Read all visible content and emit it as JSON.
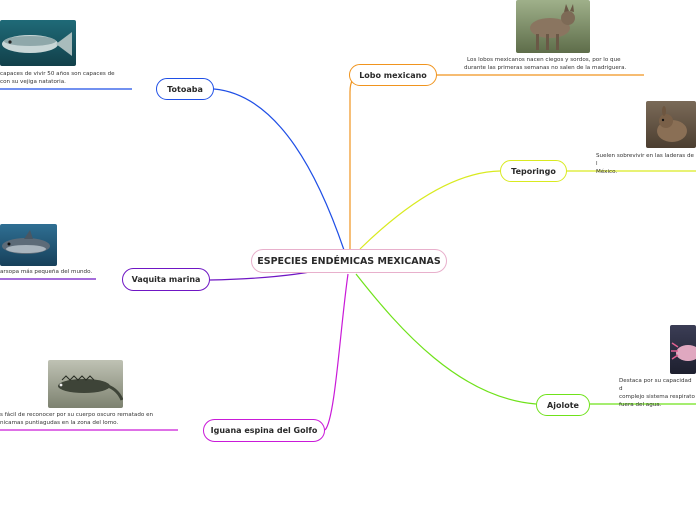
{
  "central": {
    "label": "ESPECIES ENDÉMICAS MEXICANAS"
  },
  "branches": {
    "totoaba": {
      "label": "Totoaba",
      "note_lines": [
        "capaces de vivir 50 años son capaces de",
        "con su vejiga natatoria."
      ],
      "image": "totoaba-fish-photo",
      "color": "#1f4fe6"
    },
    "vaquita": {
      "label": "Vaquita marina",
      "note_lines": [
        "arsopa más pequeña del mundo."
      ],
      "image": "vaquita-porpoise-photo",
      "color": "#6f16c4"
    },
    "iguana": {
      "label": "Iguana espina del Golfo",
      "note_lines": [
        "s fácil de reconocer por su cuerpo oscuro rematado en",
        "nicamas puntiagudas en la zona del lomo."
      ],
      "image": "iguana-photo",
      "color": "#c91ad8"
    },
    "lobo": {
      "label": "Lobo mexicano",
      "note_lines": [
        "Los lobos mexicanos nacen ciegos y sordos, por lo que",
        "durante las primeras semanas no salen de la madriguera."
      ],
      "image": "wolf-photo",
      "color": "#f0941e"
    },
    "teporingo": {
      "label": "Teporingo",
      "note_lines": [
        "Suelen sobrevivir en las laderas de l",
        "México."
      ],
      "image": "teporingo-rabbit-photo",
      "color": "#d9ea20"
    },
    "ajolote": {
      "label": "Ajolote",
      "note_lines": [
        "Destaca por su capacidad d",
        "complejo sistema respirato",
        "fuera del agua."
      ],
      "image": "axolotl-photo",
      "color": "#6fe21a"
    }
  }
}
